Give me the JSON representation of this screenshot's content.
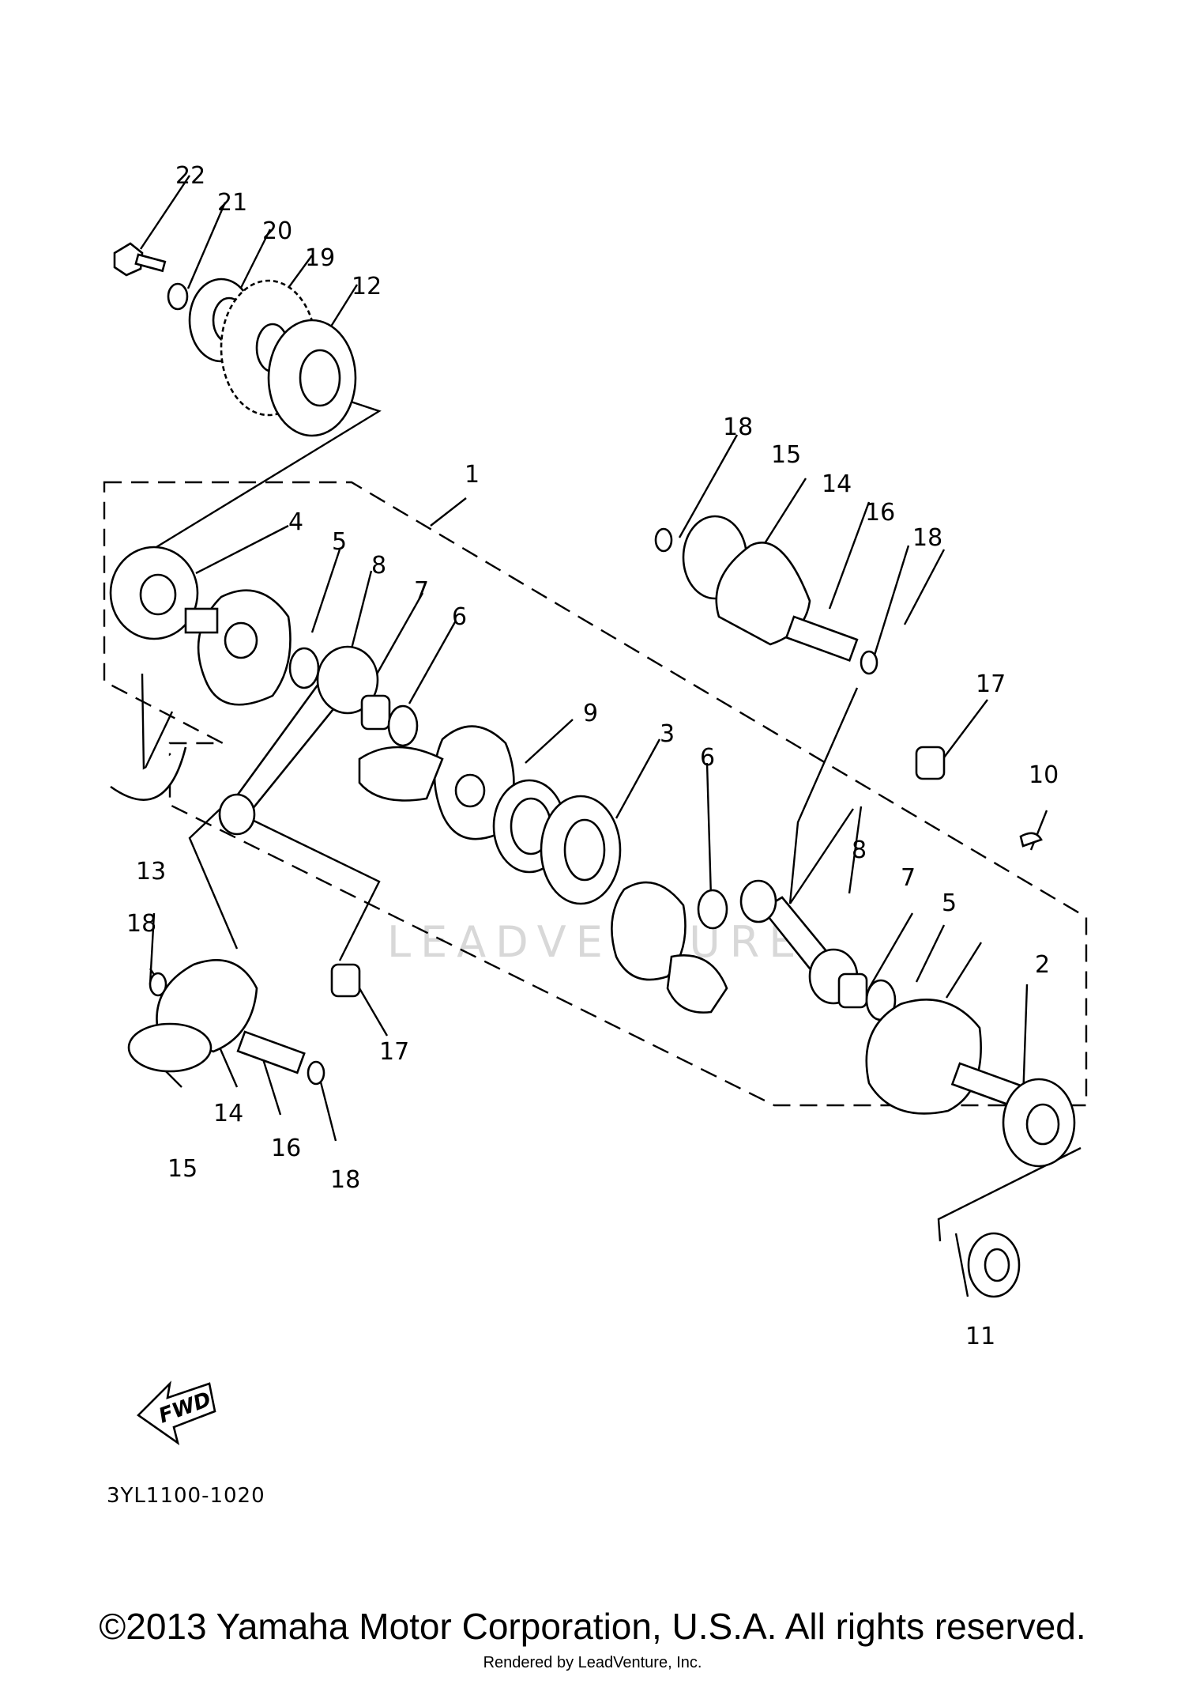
{
  "diagram": {
    "drawing_code": "3YL1100-1020",
    "fwd_label": "FWD",
    "watermark": "LEADVENTURE",
    "callouts": {
      "c1": "1",
      "c2": "2",
      "c3": "3",
      "c4": "4",
      "c5a": "5",
      "c5b": "5",
      "c6a": "6",
      "c6b": "6",
      "c7a": "7",
      "c7b": "7",
      "c8a": "8",
      "c8b": "8",
      "c9": "9",
      "c10": "10",
      "c11": "11",
      "c12": "12",
      "c13": "13",
      "c14a": "14",
      "c14b": "14",
      "c15a": "15",
      "c15b": "15",
      "c16a": "16",
      "c16b": "16",
      "c17a": "17",
      "c17b": "17",
      "c18a": "18",
      "c18b": "18",
      "c18c": "18",
      "c18d": "18",
      "c19": "19",
      "c20": "20",
      "c21": "21",
      "c22": "22"
    }
  },
  "footer": {
    "copyright": "©2013 Yamaha Motor Corporation, U.S.A. All rights reserved.",
    "rendered_by": "Rendered by LeadVenture, Inc."
  }
}
